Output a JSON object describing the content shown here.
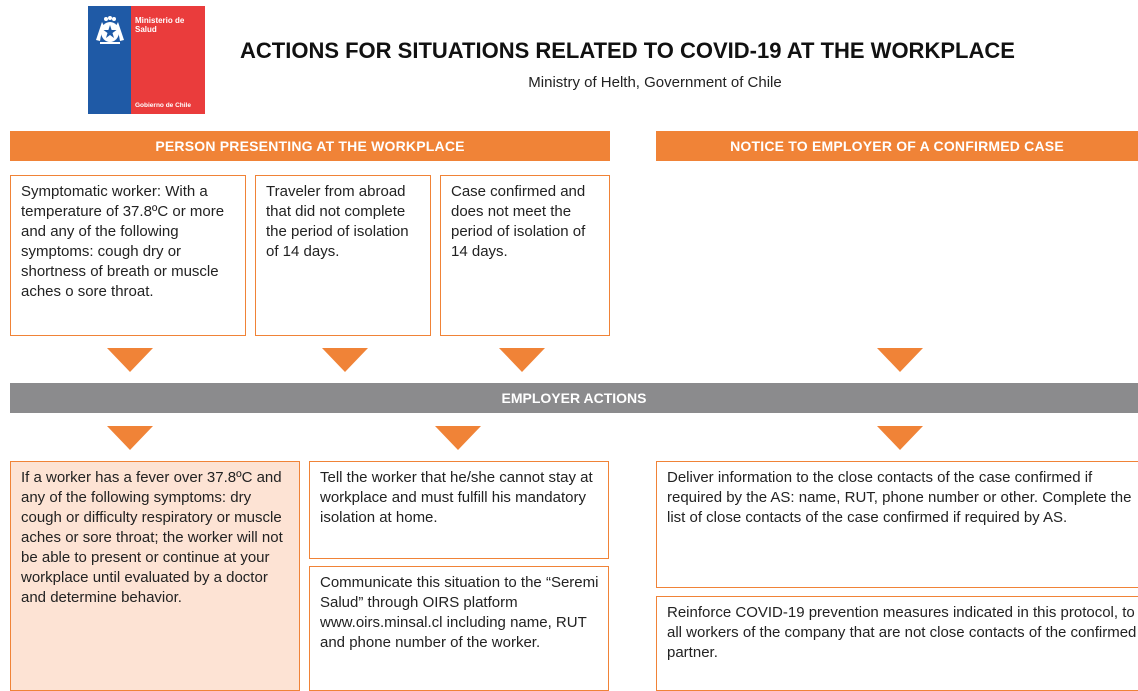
{
  "header": {
    "logo": {
      "ministry": "Ministerio de\nSalud",
      "government": "Gobierno de Chile",
      "blue": "#1f5aa6",
      "red": "#ea3c3c"
    },
    "title": "ACTIONS FOR SITUATIONS RELATED TO COVID-19 AT THE WORKPLACE",
    "subtitle": "Ministry of Helth, Government of Chile"
  },
  "sections": {
    "left_header": "PERSON PRESENTING AT THE WORKPLACE",
    "right_header": "NOTICE TO EMPLOYER OF A CONFIRMED CASE",
    "middle_bar": "EMPLOYER ACTIONS"
  },
  "situations": [
    "Symptomatic worker: With a temperature of 37.8ºC or more and any of the following symptoms: cough dry or shortness of breath or muscle aches o sore throat.",
    "Traveler from abroad that did not complete the period of isolation of 14 days.",
    "Case confirmed and does not meet the period of isolation of 14 days."
  ],
  "actions": {
    "fever": "If a worker has a fever over 37.8ºC and any of the following symptoms: dry cough or difficulty respiratory or muscle aches or sore throat; the worker will not be able to present or continue at your workplace until evaluated by a doctor and determine behavior.",
    "tell_worker": "Tell the worker that he/she cannot stay at workplace and must fulfill his mandatory isolation at home.",
    "communicate": "Communicate this situation to the “Seremi Salud” through OIRS platform www.oirs.minsal.cl including name, RUT and phone number of the worker.",
    "deliver_info": "Deliver information to the close contacts of the case confirmed if required by the AS: name, RUT, phone number or other. Complete the list of close contacts of the case confirmed if required by AS.",
    "reinforce": "Reinforce COVID-19 prevention measures indicated in this protocol, to all workers of the company that are not close contacts of the confirmed partner."
  },
  "colors": {
    "accent": "#f08337",
    "bar_gray": "#8b8b8d",
    "tint": "#fde3d4"
  }
}
